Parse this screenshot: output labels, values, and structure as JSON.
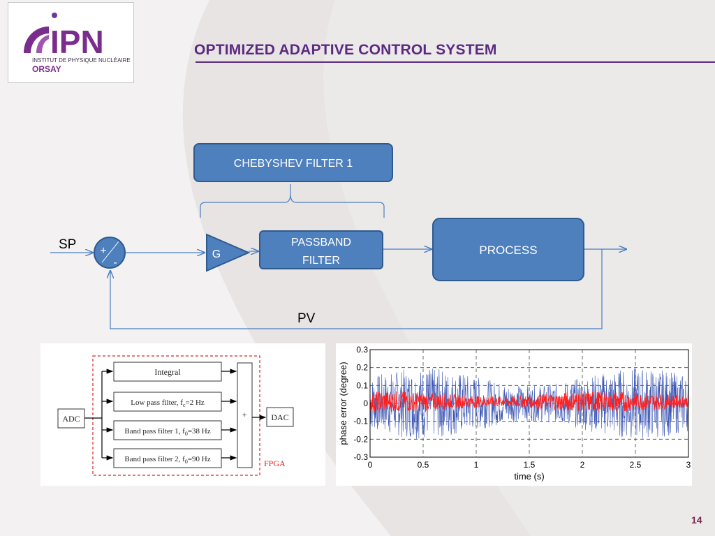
{
  "slide": {
    "title": "OPTIMIZED ADAPTIVE CONTROL SYSTEM",
    "page_number": "14"
  },
  "logo": {
    "mark": "IPN",
    "line1": "INSTITUT DE PHYSIQUE NUCLÉAIRE",
    "line2": "ORSAY"
  },
  "diagram": {
    "chebyshev": "CHEBYSHEV  FILTER 1",
    "gain": "G",
    "passband_line1": "PASSBAND",
    "passband_line2": "FILTER",
    "process": "PROCESS",
    "sp": "SP",
    "pv": "PV",
    "plus": "+",
    "minus": "-"
  },
  "fpga": {
    "adc": "ADC",
    "dac": "DAC",
    "integral": "Integral",
    "lowpass": "Low pass filter, f",
    "lowpass_sub": "c",
    "lowpass_val": "=2 Hz",
    "band1": "Band pass filter 1, f",
    "band1_sub": "0",
    "band1_val": "=38 Hz",
    "band2": "Band pass filter 2, f",
    "band2_sub": "0",
    "band2_val": "=90 Hz",
    "sum": "+",
    "label": "FPGA"
  },
  "chart_data": {
    "type": "line",
    "xlabel": "time (s)",
    "ylabel": "phase error (degree)",
    "xlim": [
      0,
      3
    ],
    "ylim": [
      -0.3,
      0.3
    ],
    "xticks": [
      "0",
      "0.5",
      "1",
      "1.5",
      "2",
      "2.5",
      "3"
    ],
    "yticks": [
      "0.3",
      "0.2",
      "0.1",
      "0",
      "-0.1",
      "-0.2",
      "-0.3"
    ],
    "grid": "dashed",
    "series": [
      {
        "color": "#3a55b4",
        "amplitude": 0.2,
        "mean": 0.0
      },
      {
        "color": "#ff2020",
        "amplitude": 0.06,
        "mean": 0.01
      }
    ]
  }
}
